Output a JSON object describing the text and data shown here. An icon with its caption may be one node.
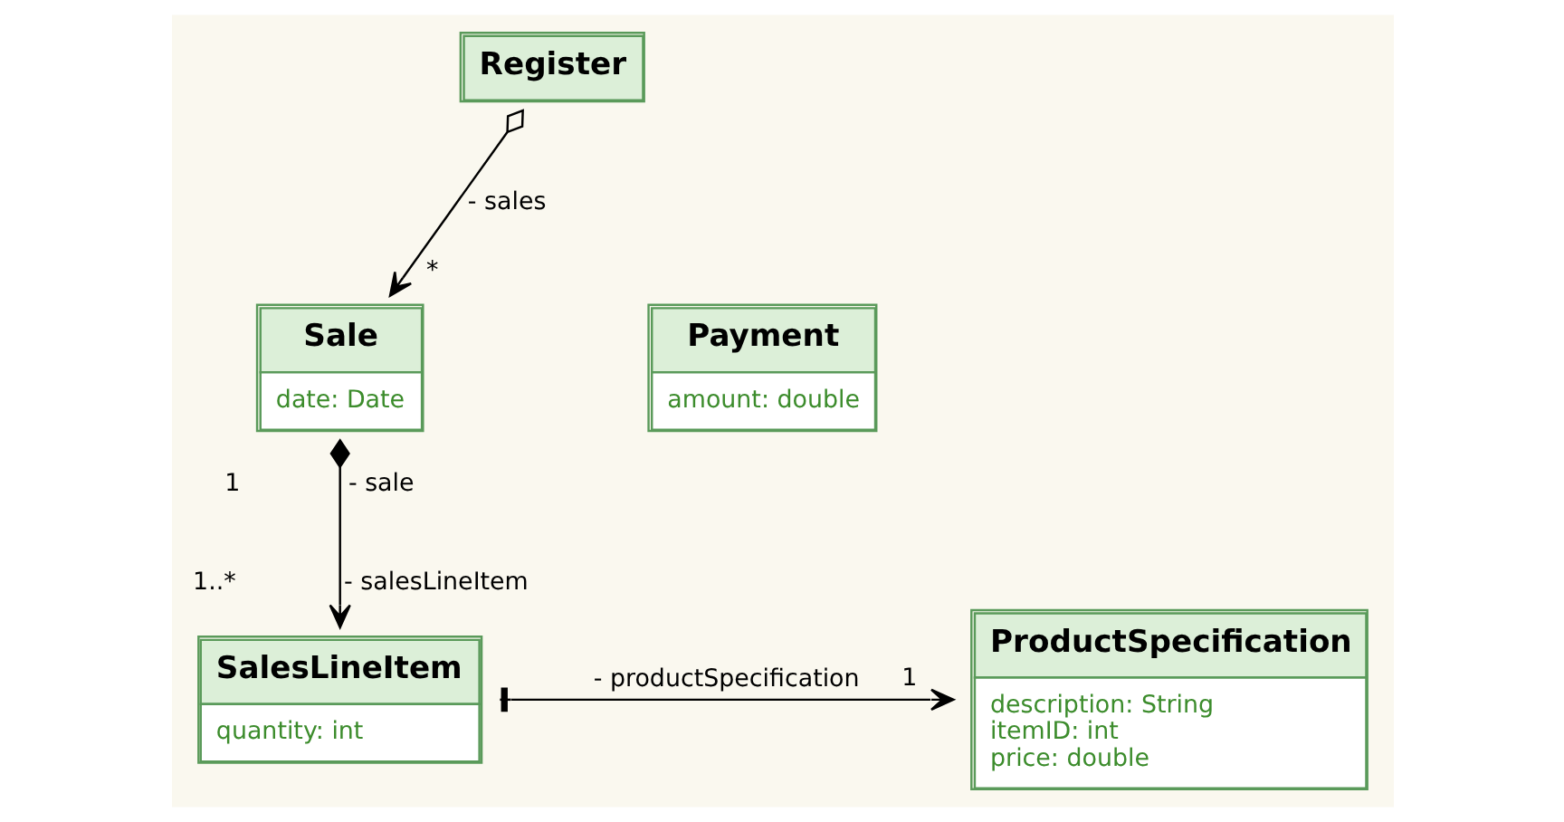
{
  "diagram": {
    "nodes": [
      {
        "text": [
          "Register"
        ]
      },
      {
        "text": [
          "Sale",
          "date: Date"
        ]
      },
      {
        "text": [
          "Payment",
          "amount: double"
        ]
      },
      {
        "text": [
          "SalesLineItem",
          "quantity: int"
        ]
      },
      {
        "text": [
          "ProductSpecification",
          "description: String",
          "itemID: int",
          "price: double"
        ]
      }
    ],
    "edges": [
      {
        "from": 0,
        "to": 1,
        "arrow": "to",
        "label": "- sales"
      },
      {
        "from": 1,
        "to": 3,
        "arrow": "to"
      },
      {
        "from": 3,
        "to": 4,
        "arrow": "to",
        "label": "- productSpecification"
      }
    ],
    "labels": [
      "*",
      "1",
      "- sale",
      "1..*",
      "- salesLineItem",
      "1"
    ]
  }
}
